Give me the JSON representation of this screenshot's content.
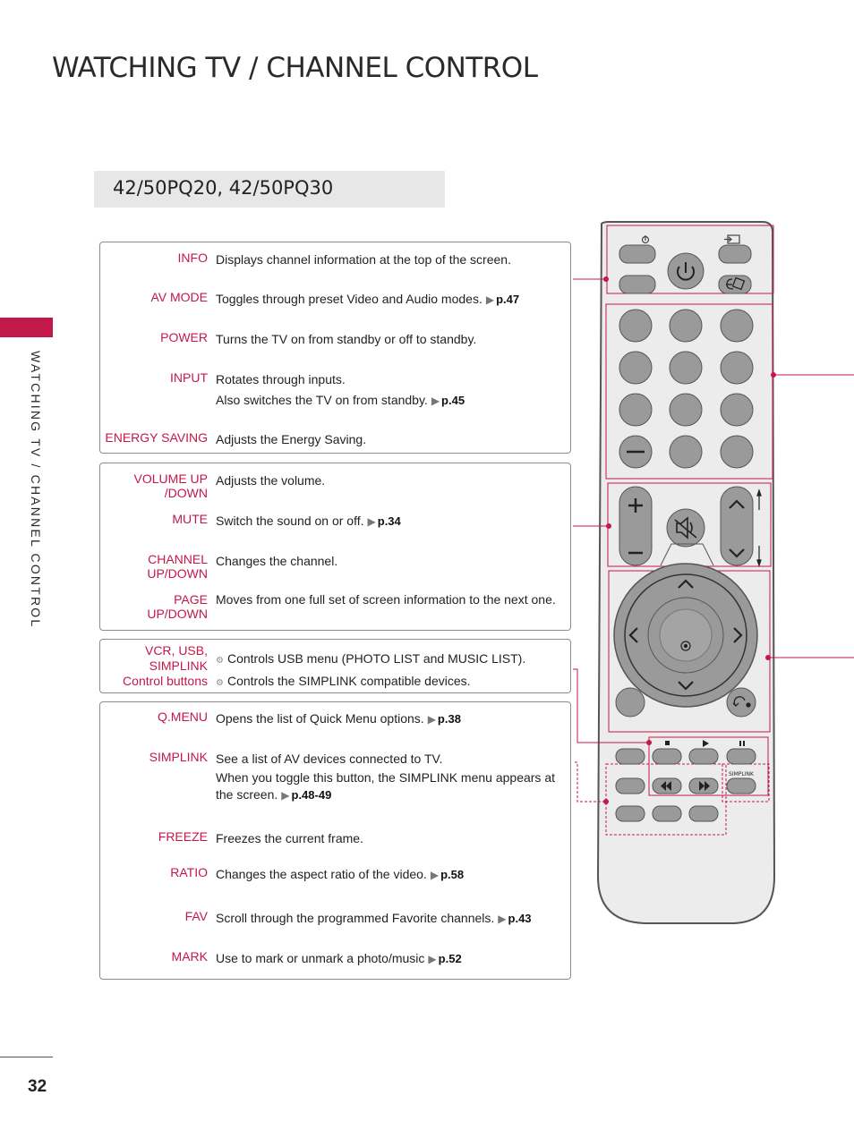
{
  "page": {
    "title": "WATCHING TV / CHANNEL CONTROL",
    "side_label": "WATCHING TV / CHANNEL CONTROL",
    "page_number": "32"
  },
  "model": "42/50PQ20, 42/50PQ30",
  "colors": {
    "accent": "#c3184a",
    "model_bg": "#e7e7e7",
    "remote_body": "#ececec"
  },
  "boxes": [
    {
      "entries": [
        {
          "label": "INFO",
          "lines": [
            "Displays channel information at the top of the screen."
          ],
          "ref": ""
        },
        {
          "label": "AV MODE",
          "lines": [
            "Toggles through preset Video and Audio modes."
          ],
          "ref": "p.47"
        },
        {
          "label": "POWER",
          "lines": [
            "Turns the TV on from standby or off to standby."
          ],
          "ref": ""
        },
        {
          "label": "INPUT",
          "lines": [
            "Rotates through inputs.",
            "Also switches the TV on from standby."
          ],
          "ref": "p.45"
        },
        {
          "label": "ENERGY SAVING",
          "lines": [
            "Adjusts the Energy Saving."
          ],
          "ref": ""
        }
      ]
    },
    {
      "entries": [
        {
          "label": "VOLUME UP\n/DOWN",
          "lines": [
            "Adjusts the volume."
          ],
          "ref": ""
        },
        {
          "label": "MUTE",
          "lines": [
            "Switch the sound on or off."
          ],
          "ref": "p.34"
        },
        {
          "label": "CHANNEL\nUP/DOWN",
          "lines": [
            "Changes the channel."
          ],
          "ref": ""
        },
        {
          "label": "PAGE\nUP/DOWN",
          "lines": [
            "Moves from one full set of screen information to the next one."
          ],
          "ref": ""
        }
      ]
    },
    {
      "entries": [
        {
          "label": "VCR, USB,\nSIMPLINK\nControl buttons",
          "lines": [
            "Controls USB menu (PHOTO LIST and MUSIC LIST).",
            "Controls the SIMPLINK compatible devices."
          ],
          "ref": ""
        }
      ]
    },
    {
      "entries": [
        {
          "label": "Q.MENU",
          "lines": [
            "Opens the list of Quick Menu options."
          ],
          "ref": "p.38"
        },
        {
          "label": "SIMPLINK",
          "lines": [
            "See a list of AV devices connected to TV.",
            "When you toggle this button, the SIMPLINK menu appears at the screen."
          ],
          "ref": "p.48-49"
        },
        {
          "label": "FREEZE",
          "lines": [
            "Freezes the current frame."
          ],
          "ref": ""
        },
        {
          "label": "RATIO",
          "lines": [
            "Changes the aspect ratio of the video."
          ],
          "ref": "p.58"
        },
        {
          "label": "FAV",
          "lines": [
            "Scroll through the programmed Favorite channels."
          ],
          "ref": "p.43"
        },
        {
          "label": "MARK",
          "lines": [
            "Use to mark or unmark a photo/music"
          ],
          "ref": "p.52"
        }
      ]
    }
  ],
  "remote": {
    "simplink_logo_text": "SIMPLINK",
    "icons": [
      "power-icon",
      "input-icon",
      "energy-saving-icon",
      "volume-plus-icon",
      "volume-minus-icon",
      "mute-icon",
      "channel-up-icon",
      "channel-down-icon",
      "nav-up-icon",
      "nav-down-icon",
      "nav-left-icon",
      "nav-right-icon",
      "ok-icon",
      "back-icon",
      "stop-icon",
      "play-icon",
      "pause-icon",
      "rewind-icon",
      "fast-forward-icon"
    ]
  }
}
